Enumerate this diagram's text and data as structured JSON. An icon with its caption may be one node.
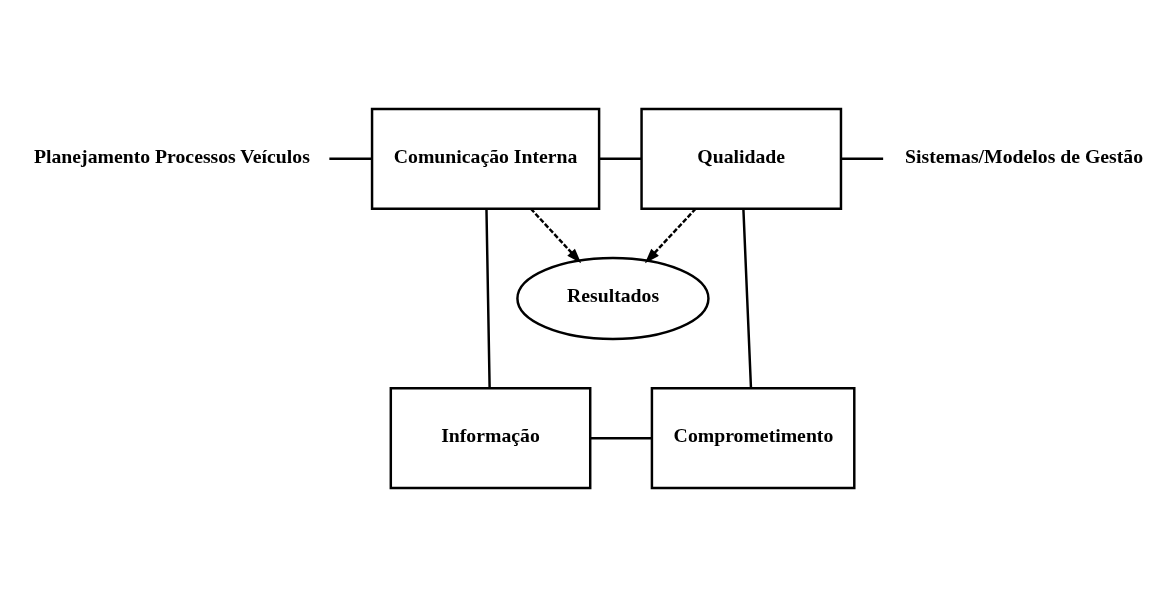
{
  "diagram": {
    "nodes": [
      {
        "text": [
          "Comunicação Interna"
        ]
      },
      {
        "text": [
          "Qualidade"
        ]
      },
      {
        "text": [
          "Resultados"
        ]
      },
      {
        "text": [
          "Informação"
        ]
      },
      {
        "text": [
          "Comprometimento"
        ]
      },
      {
        "text": [
          "Planejamento Processos Veículos"
        ]
      },
      {
        "text": [
          "Sistemas/Modelos de Gestão"
        ]
      }
    ],
    "edges": [
      {
        "from": 0,
        "to": 1,
        "arrow": "none"
      },
      {
        "from": 0,
        "to": 2,
        "arrow": "to",
        "style": "dashed"
      },
      {
        "from": 1,
        "to": 2,
        "arrow": "to",
        "style": "dashed"
      },
      {
        "from": 0,
        "to": 3,
        "arrow": "none"
      },
      {
        "from": 1,
        "to": 4,
        "arrow": "none"
      },
      {
        "from": 3,
        "to": 4,
        "arrow": "none"
      },
      {
        "from": 5,
        "to": 0,
        "arrow": "none"
      },
      {
        "from": 1,
        "to": 6,
        "arrow": "none"
      }
    ]
  }
}
